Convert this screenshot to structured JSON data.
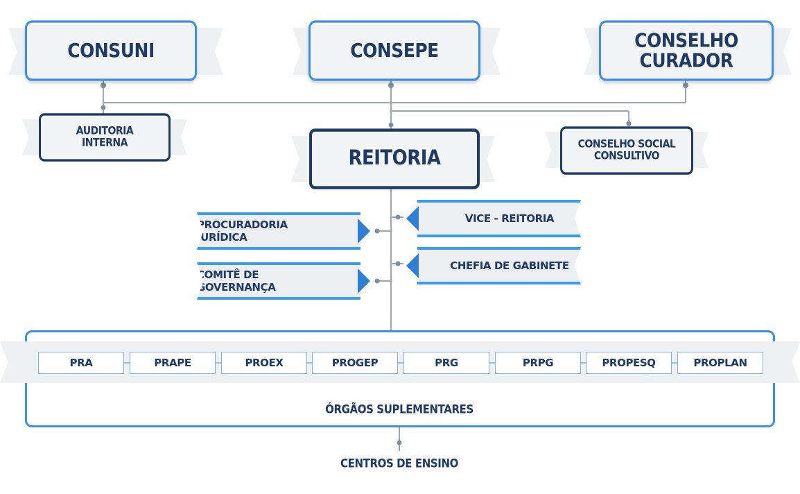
{
  "council": {
    "consuni": "CONSUNI",
    "consepe": "CONSEPE",
    "curador": "CONSELHO CURADOR"
  },
  "auditoria": {
    "line1": "AUDITORIA",
    "line2": "INTERNA"
  },
  "conselho_social": {
    "line1": "CONSELHO SOCIAL",
    "line2": "CONSULTIVO"
  },
  "reitoria": "REITORIA",
  "staff": {
    "procuradoria": "PROCURADORIA JURÍDICA",
    "comite": "COMITÊ DE GOVERNANÇA",
    "vice": "VICE - REITORIA",
    "chefia": "CHEFIA DE GABINETE"
  },
  "pro_reitorias": [
    "PRA",
    "PRAPE",
    "PROEX",
    "PROGEP",
    "PRG",
    "PRPG",
    "PROPESQ",
    "PROPLAN"
  ],
  "orgaos": "ÓRGÃOS SUPLEMENTARES",
  "centros": "CENTROS DE ENSINO",
  "colors": {
    "accent": "#3d8fe6",
    "navy": "#1f3b63",
    "ribbon": "#eef0f2",
    "connector": "#8a9aad"
  }
}
